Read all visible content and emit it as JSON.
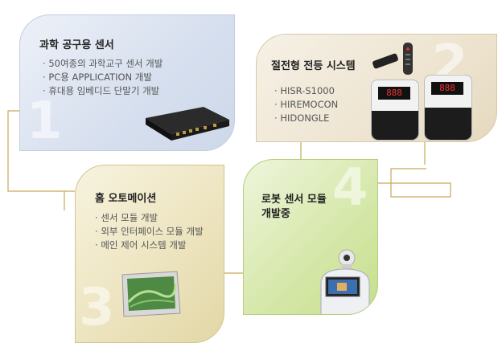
{
  "cards": [
    {
      "number": "1",
      "title": "과학 공구용 센서",
      "items": [
        "50여종의 과학교구 센서 개발",
        "PC용 APPLICATION 개발",
        "휴대용 임베디드 단말기 개발"
      ]
    },
    {
      "number": "2",
      "title": "절전형 전등 시스템",
      "items": [
        "HISR-S1000",
        "HIREMOCON",
        "HIDONGLE"
      ]
    },
    {
      "number": "3",
      "title": "홈 오토메이션",
      "items": [
        "센서 모듈 개발",
        "외부 인터페이스 모듈 개발",
        "메인 제어 시스템 개발"
      ]
    },
    {
      "number": "4",
      "title_line1": "로봇 센서 모듈",
      "title_line2": "개발중"
    }
  ],
  "device_display": {
    "screen1": "888",
    "screen2": "888"
  },
  "colors": {
    "card1": "#d6dfee",
    "card2": "#ece2cd",
    "card3": "#ece3bd",
    "card4": "#d5e7a8",
    "connector": "#c9a85a"
  }
}
